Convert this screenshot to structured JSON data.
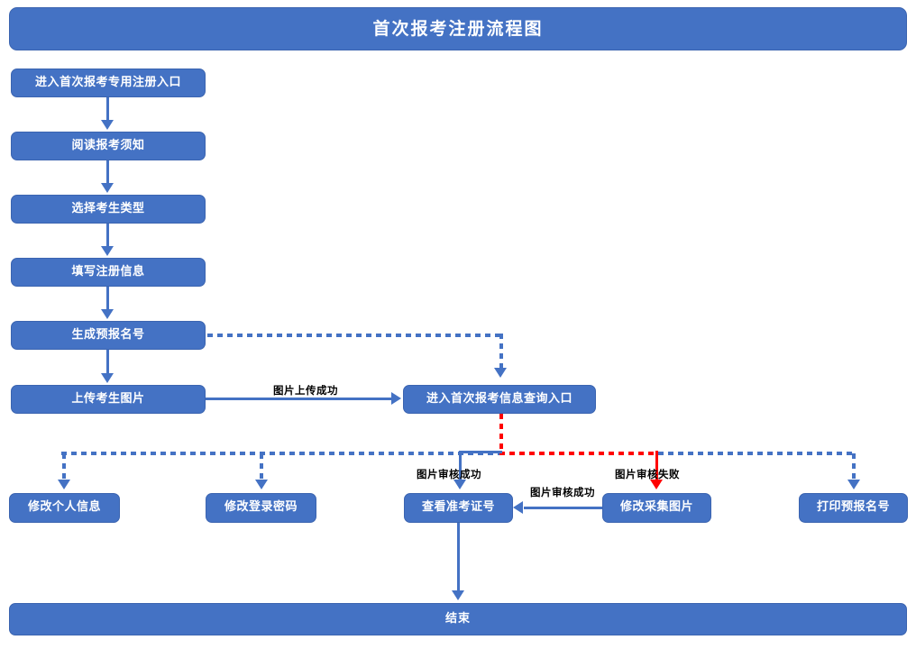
{
  "diagram": {
    "title": "首次报考注册流程图",
    "end_label": "结束",
    "nodes": {
      "register_entry": "进入首次报考专用注册入口",
      "read_notice": "阅读报考须知",
      "select_type": "选择考生类型",
      "fill_info": "填写注册信息",
      "generate_number": "生成预报名号",
      "upload_photo": "上传考生图片",
      "query_entry": "进入首次报考信息查询入口",
      "edit_personal": "修改个人信息",
      "edit_password": "修改登录密码",
      "view_ticket": "查看准考证号",
      "edit_collected_photo": "修改采集图片",
      "print_number": "打印预报名号"
    },
    "edge_labels": {
      "upload_success": "图片上传成功",
      "review_success_main": "图片审核成功",
      "review_failed": "图片审核失败",
      "review_success_retry": "图片审核成功"
    },
    "colors": {
      "node_fill": "#4472C4",
      "node_text": "#FFFFFF",
      "connector": "#4472C4",
      "failure_path": "#FF0000",
      "label_text": "#000000",
      "background": "#FFFFFF"
    }
  }
}
